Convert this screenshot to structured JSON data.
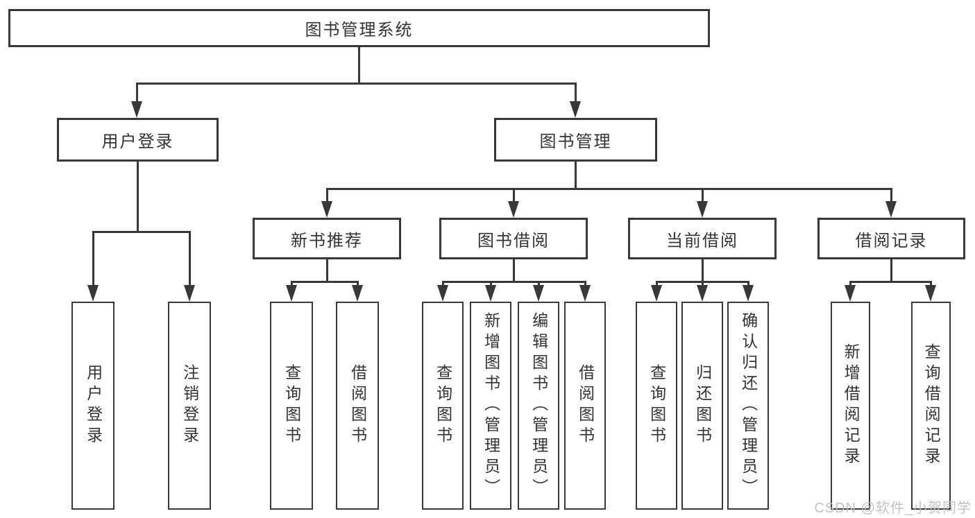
{
  "tree": {
    "root": {
      "label": "图书管理系统",
      "children": [
        {
          "label": "用户登录",
          "children": [
            {
              "label": "用户登录"
            },
            {
              "label": "注销登录"
            }
          ]
        },
        {
          "label": "图书管理",
          "children": [
            {
              "label": "新书推荐",
              "children": [
                {
                  "label": "查询图书"
                },
                {
                  "label": "借阅图书"
                }
              ]
            },
            {
              "label": "图书借阅",
              "children": [
                {
                  "label": "查询图书"
                },
                {
                  "label": "新增图书（管理员）"
                },
                {
                  "label": "编辑图书（管理员）"
                },
                {
                  "label": "借阅图书"
                }
              ]
            },
            {
              "label": "当前借阅",
              "children": [
                {
                  "label": "查询图书"
                },
                {
                  "label": "归还图书"
                },
                {
                  "label": "确认归还（管理员）"
                }
              ]
            },
            {
              "label": "借阅记录",
              "children": [
                {
                  "label": "新增借阅记录"
                },
                {
                  "label": "查询借阅记录"
                }
              ]
            }
          ]
        }
      ]
    }
  },
  "watermark": {
    "text": "CSDN @软件_小贺同学"
  },
  "colors": {
    "line": "#383838",
    "text": "#333333",
    "watermark": "#bdbdbd",
    "background": "#ffffff"
  }
}
